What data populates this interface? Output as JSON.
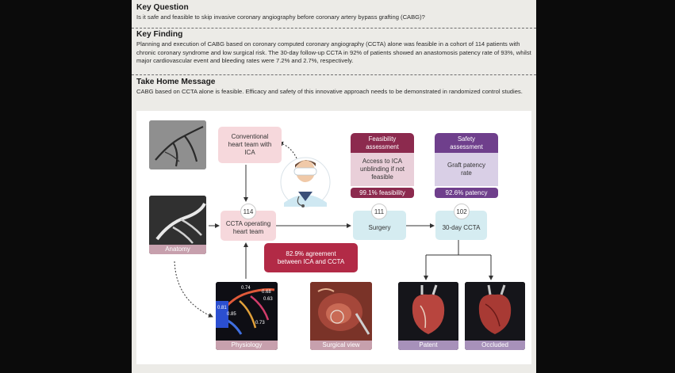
{
  "key_question": {
    "heading": "Key Question",
    "text": "Is it safe and feasible to skip invasive coronary angiography before coronary artery bypass grafting (CABG)?"
  },
  "key_finding": {
    "heading": "Key Finding",
    "text": "Planning and execution of CABG based on coronary computed coronary angiography (CCTA) alone was feasible in a cohort of 114 patients with chronic coronary syndrome and low surgical risk. The 30-day follow-up CCTA in 92% of patients showed an anastomosis patency rate of 93%, whilst major cardiovascular event and bleeding rates were 7.2% and 2.7%, respectively."
  },
  "take_home": {
    "heading": "Take Home Message",
    "text": "CABG based on CCTA alone is feasible. Efficacy and safety of this innovative approach needs to be demonstrated in randomized control studies."
  },
  "figure": {
    "conventional": "Conventional heart team with ICA",
    "feasibility": {
      "header": "Feasibility assessment",
      "body": "Access to ICA unblinding if not feasible",
      "result": "99.1% feasibility"
    },
    "safety": {
      "header": "Safety assessment",
      "body": "Graft patency rate",
      "result": "92.6% patency"
    },
    "ccta_team": {
      "count": "114",
      "label": "CCTA operating heart team"
    },
    "surgery": {
      "count": "111",
      "label": "Surgery"
    },
    "followup": {
      "count": "102",
      "label": "30-day CCTA"
    },
    "agreement": "82.9% agreement between ICA and CCTA",
    "captions": {
      "anatomy": "Anatomy",
      "physiology": "Physiology",
      "surgical": "Surgical view",
      "patent": "Patent",
      "occluded": "Occluded"
    },
    "ffr_values": [
      "0.74",
      "0.68",
      "0.63",
      "0.81",
      "0.85",
      "0.73"
    ],
    "colors": {
      "maroon": "#8c2a4e",
      "purple": "#6f3f8c",
      "red": "#b22a46",
      "pink": "#f6d8dc",
      "blue": "#d5ecf1"
    }
  }
}
